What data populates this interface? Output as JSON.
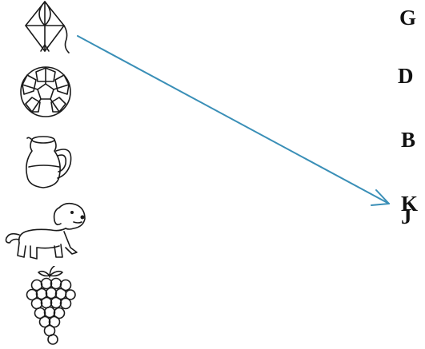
{
  "exercise": {
    "pictures": [
      {
        "id": "kite",
        "icon": "kite-icon"
      },
      {
        "id": "ball",
        "icon": "football-icon"
      },
      {
        "id": "jug",
        "icon": "jug-icon"
      },
      {
        "id": "dog",
        "icon": "dog-icon"
      },
      {
        "id": "grapes",
        "icon": "grapes-icon"
      }
    ],
    "letters": [
      "G",
      "D",
      "B",
      "K",
      "J"
    ],
    "drawn_match": {
      "picture": "kite",
      "letter": "K"
    },
    "colors": {
      "arrow": "#3a8fb7",
      "ink": "#1a1a1a"
    }
  }
}
